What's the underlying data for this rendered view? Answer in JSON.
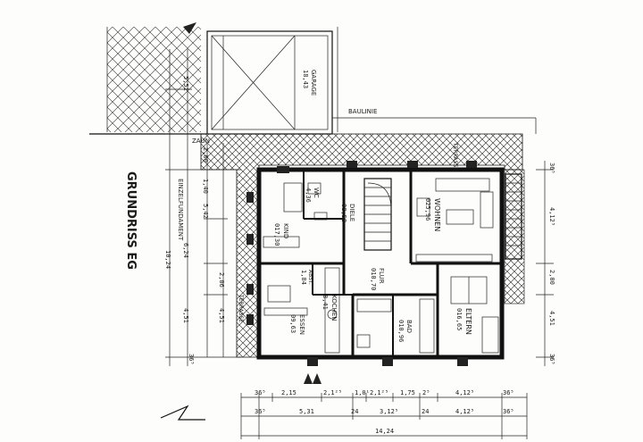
{
  "drawing": {
    "title": "GRUNDRISS EG",
    "title_side": "EINZELFUNDAMENT"
  },
  "rooms": {
    "garage": {
      "name": "GARAGE",
      "area": "18,43"
    },
    "wc": {
      "name": "WC",
      "area": "4,36"
    },
    "kind": {
      "name": "KIND",
      "area": "017,30"
    },
    "diele": {
      "name": "DIELE",
      "area": "08,58"
    },
    "wohnen": {
      "name": "WOHNEN",
      "area": "025,96"
    },
    "flur": {
      "name": "FLUR",
      "area": "010,70"
    },
    "abst": {
      "name": "ABST.",
      "area": "1,84"
    },
    "essen": {
      "name": "ESSEN",
      "area": "09,63"
    },
    "kochen": {
      "name": "KOCHEN",
      "area": "8,41"
    },
    "bad": {
      "name": "BAD",
      "area": "010,96"
    },
    "eltern": {
      "name": "ELTERN",
      "area": "016,65"
    }
  },
  "labels": {
    "baulinie": "BAULINIE",
    "zaun": "ZAUN",
    "terrasse_top": "TERRASSE",
    "terrasse_left": "TERRASSE"
  },
  "dims_bottom_row1": [
    "36⁵",
    "2,15",
    "2,1²⁵",
    "1,0¹",
    "2,1²⁵",
    "1,75",
    "2⁵",
    "4,12⁵",
    "36⁵"
  ],
  "dims_bottom_row2": [
    "36⁵",
    "5,31",
    "24",
    "3,12⁵",
    "24",
    "4,12⁵",
    "36⁵"
  ],
  "dims_bottom_total": "14,24",
  "dims_left_total": "10,24",
  "dims_left_segment": "6,24",
  "dims_left_values": [
    "5,51",
    "4,51",
    "2,00",
    "1,40",
    "5,42",
    "2,06",
    "4,51",
    "36⁵"
  ],
  "dims_right_values": [
    "36⁵",
    "4,12⁵",
    "2,00",
    "4,51",
    "36⁵"
  ]
}
